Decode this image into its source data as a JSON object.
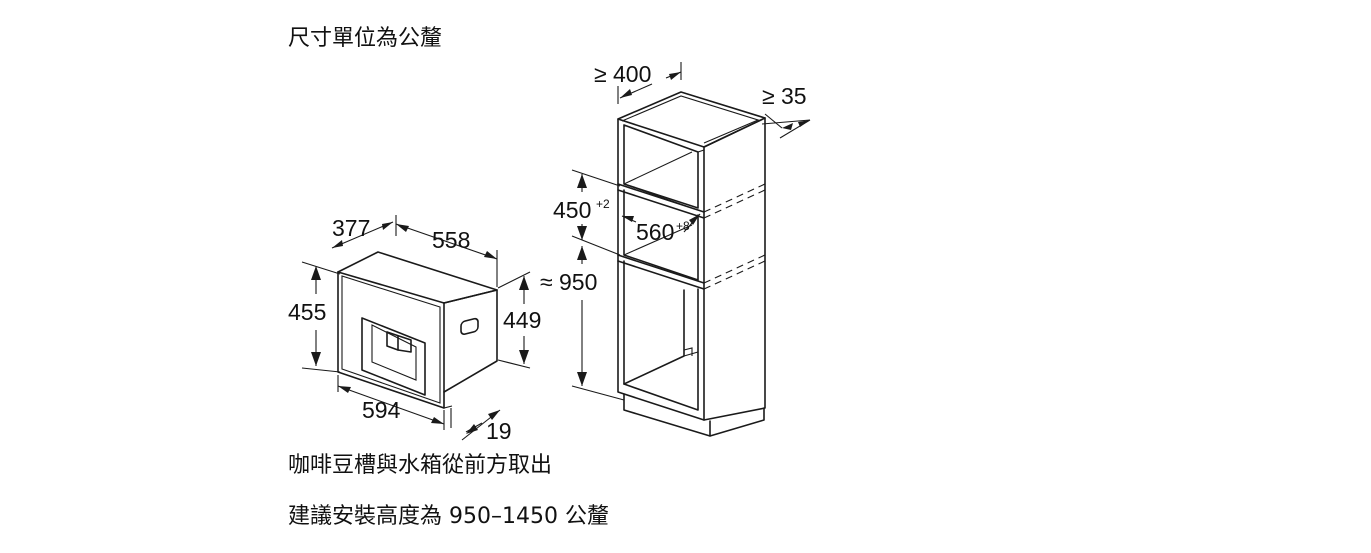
{
  "header": {
    "units_note": "尺寸單位為公釐"
  },
  "machine": {
    "depth": "377",
    "width": "558",
    "height_outer": "455",
    "height_inner": "449",
    "front_width": "594",
    "front_thickness": "19"
  },
  "cabinet": {
    "niche_width": "≥ 400",
    "rear_gap": "≥ 35",
    "niche_height": "450",
    "niche_height_tol": "+2",
    "niche_depth": "560",
    "niche_depth_tol": "+8",
    "install_height": "≈ 950"
  },
  "footer": {
    "note_front_access": "咖啡豆槽與水箱從前方取出",
    "note_install_height": "建議安裝高度為 950–1450 公釐"
  }
}
